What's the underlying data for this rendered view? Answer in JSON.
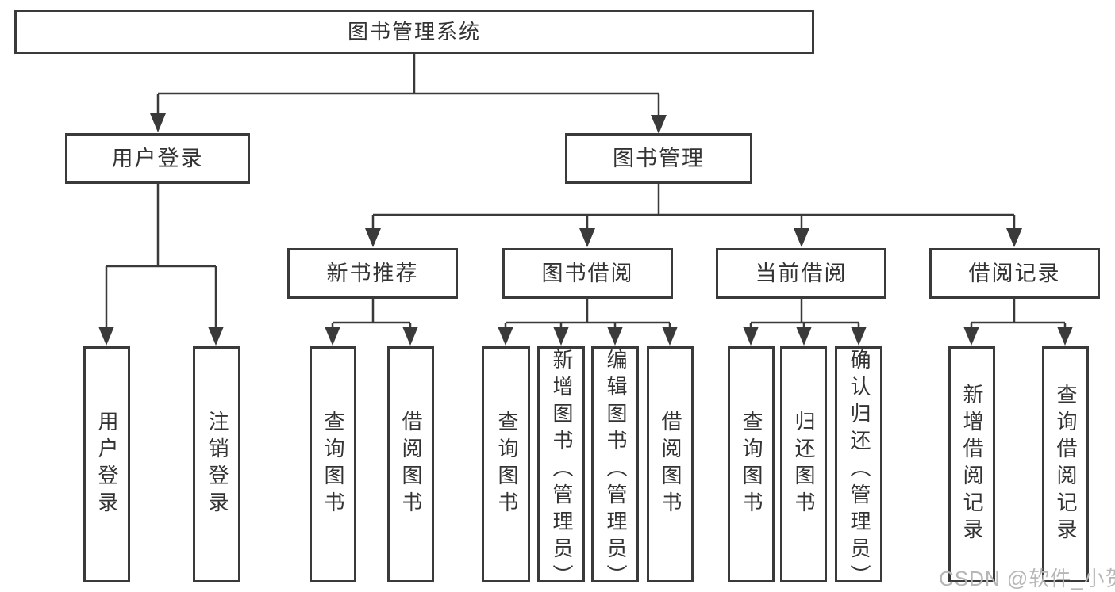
{
  "diagram": {
    "tree": {
      "root": {
        "label": "图书管理系统",
        "children": [
          {
            "label": "用户登录",
            "children": [
              {
                "label": "用户登录"
              },
              {
                "label": "注销登录"
              }
            ]
          },
          {
            "label": "图书管理",
            "children": [
              {
                "label": "新书推荐",
                "children": [
                  {
                    "label": "查询图书"
                  },
                  {
                    "label": "借阅图书"
                  }
                ]
              },
              {
                "label": "图书借阅",
                "children": [
                  {
                    "label": "查询图书"
                  },
                  {
                    "label": "新增图书（管理员）"
                  },
                  {
                    "label": "编辑图书（管理员）"
                  },
                  {
                    "label": "借阅图书"
                  }
                ]
              },
              {
                "label": "当前借阅",
                "children": [
                  {
                    "label": "查询图书"
                  },
                  {
                    "label": "归还图书"
                  },
                  {
                    "label": "确认归还（管理员）"
                  }
                ]
              },
              {
                "label": "借阅记录",
                "children": [
                  {
                    "label": "新增借阅记录"
                  },
                  {
                    "label": "查询借阅记录"
                  }
                ]
              }
            ]
          }
        ]
      }
    },
    "colors": {
      "line": "#3a3a3a",
      "text": "#333333",
      "background": "#ffffff",
      "watermark": "#b7b7b7"
    }
  },
  "watermark": {
    "text": "CSDN @软件_小贺同学"
  }
}
